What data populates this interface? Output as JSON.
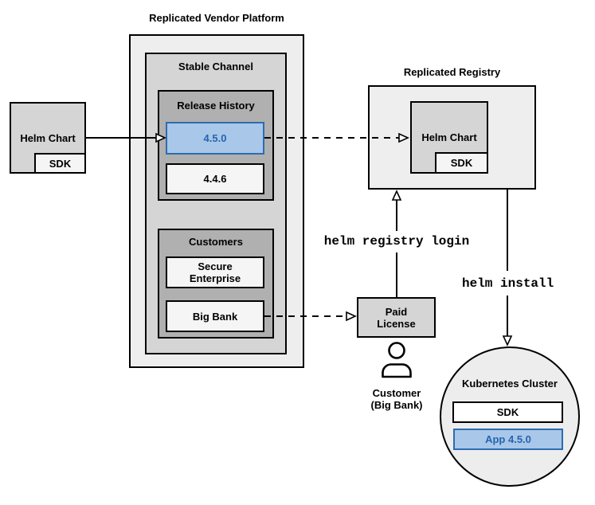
{
  "platform": {
    "title": "Replicated Vendor Platform",
    "stable_channel_label": "Stable Channel",
    "release_history_label": "Release History",
    "release_new": "4.5.0",
    "release_old": "4.4.6",
    "customers_label": "Customers",
    "customer_secure_enterprise": "Secure\nEnterprise",
    "customer_big_bank": "Big Bank"
  },
  "source_chart": {
    "label": "Helm Chart",
    "sdk_label": "SDK"
  },
  "registry": {
    "title": "Replicated Registry",
    "helm_chart_label": "Helm Chart",
    "sdk_label": "SDK"
  },
  "license": {
    "label": "Paid\nLicense",
    "customer_caption": "Customer\n(Big Bank)"
  },
  "commands": {
    "registry_login": "helm registry login",
    "install": "helm install"
  },
  "cluster": {
    "title": "Kubernetes Cluster",
    "sdk_label": "SDK",
    "app_label": "App 4.5.0"
  },
  "icons": {
    "person": "person-icon"
  },
  "colors": {
    "highlight_fill": "#a9c7e8",
    "highlight_border": "#2e6cb0",
    "highlight_text": "#2565ae",
    "panel_light": "#eeeeee",
    "panel_medium": "#d5d5d5",
    "panel_dark": "#b0b0b0",
    "inner_box": "#f5f5f5",
    "line": "#000000"
  }
}
